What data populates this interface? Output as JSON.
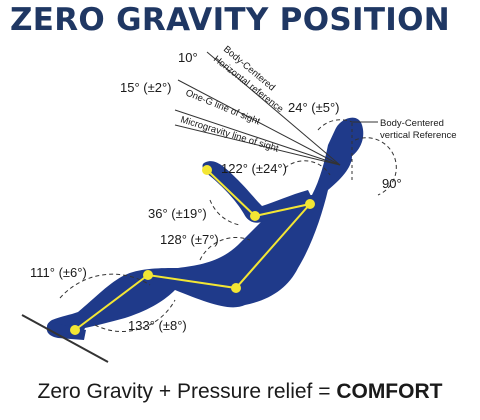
{
  "title": "ZERO GRAVITY POSITION",
  "colors": {
    "title": "#1f3763",
    "body": "#1f3a8a",
    "joint": "#f3e634",
    "arc": "#333333",
    "text": "#1a1a1a"
  },
  "references": {
    "body_horizontal_line1": "Body-Centered",
    "body_horizontal_line2": "Horizontal reference",
    "one_g": "One-G line of sight",
    "microgravity": "Microgravity line of sight",
    "body_vertical_line1": "Body-Centered",
    "body_vertical_line2": "vertical Reference"
  },
  "angles": {
    "ten": "10°",
    "fifteen": "15° (±2°)",
    "neck": "24° (±5°)",
    "head_right": "90°",
    "shoulder": "122° (±24°)",
    "elbow": "36° (±19°)",
    "hip": "128° (±7°)",
    "knee": "111° (±6°)",
    "ankle": "133° (±8°)"
  },
  "caption": {
    "prefix": "Zero Gravity + Pressure relief = ",
    "emphasis": "COMFORT"
  }
}
